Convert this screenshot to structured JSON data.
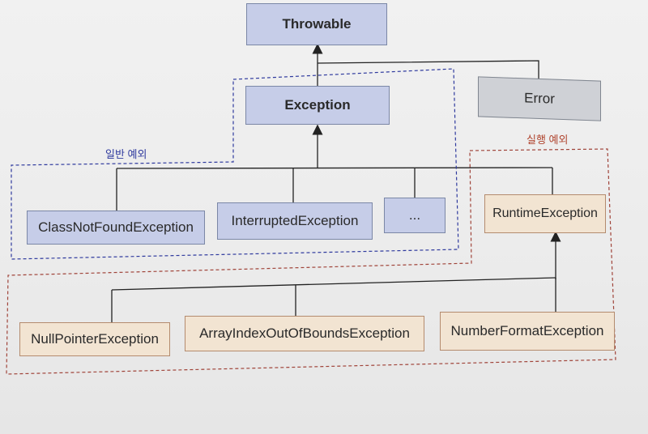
{
  "colors": {
    "general_region": "#2f3a9e",
    "runtime_region": "#a0443a",
    "general_label": "#2f3a9e",
    "runtime_label": "#b0452f"
  },
  "nodes": {
    "throwable": "Throwable",
    "error": "Error",
    "exception": "Exception",
    "class_not_found": "ClassNotFoundException",
    "interrupted": "InterruptedException",
    "ellipsis": "...",
    "runtime": "RuntimeException",
    "null_pointer": "NullPointerException",
    "array_index": "ArrayIndexOutOfBoundsException",
    "number_format": "NumberFormatException"
  },
  "labels": {
    "general_exception": "일반 예외",
    "runtime_exception": "실행 예외"
  }
}
